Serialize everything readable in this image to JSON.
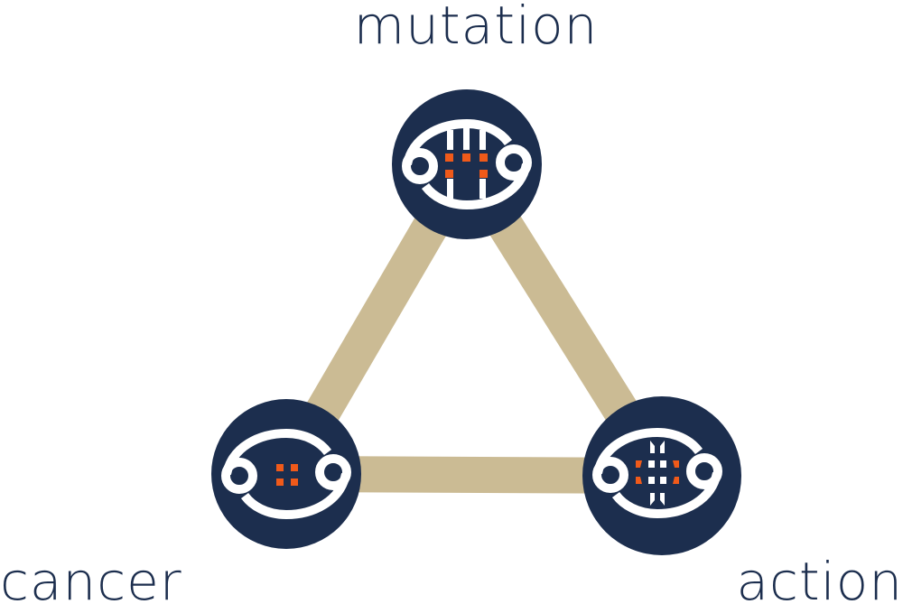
{
  "nodes": [
    {
      "id": "mutation",
      "label": "mutation",
      "icon": "dna-mutation-icon"
    },
    {
      "id": "cancer",
      "label": "cancer",
      "icon": "dna-cancer-icon"
    },
    {
      "id": "action",
      "label": "action",
      "icon": "dna-action-icon"
    }
  ],
  "edges": [
    [
      "mutation",
      "cancer"
    ],
    [
      "cancer",
      "action"
    ],
    [
      "action",
      "mutation"
    ]
  ],
  "colors": {
    "node": "#1c2e4e",
    "edge": "#cbbb94",
    "accent": "#f05a1a",
    "icon": "#ffffff"
  }
}
